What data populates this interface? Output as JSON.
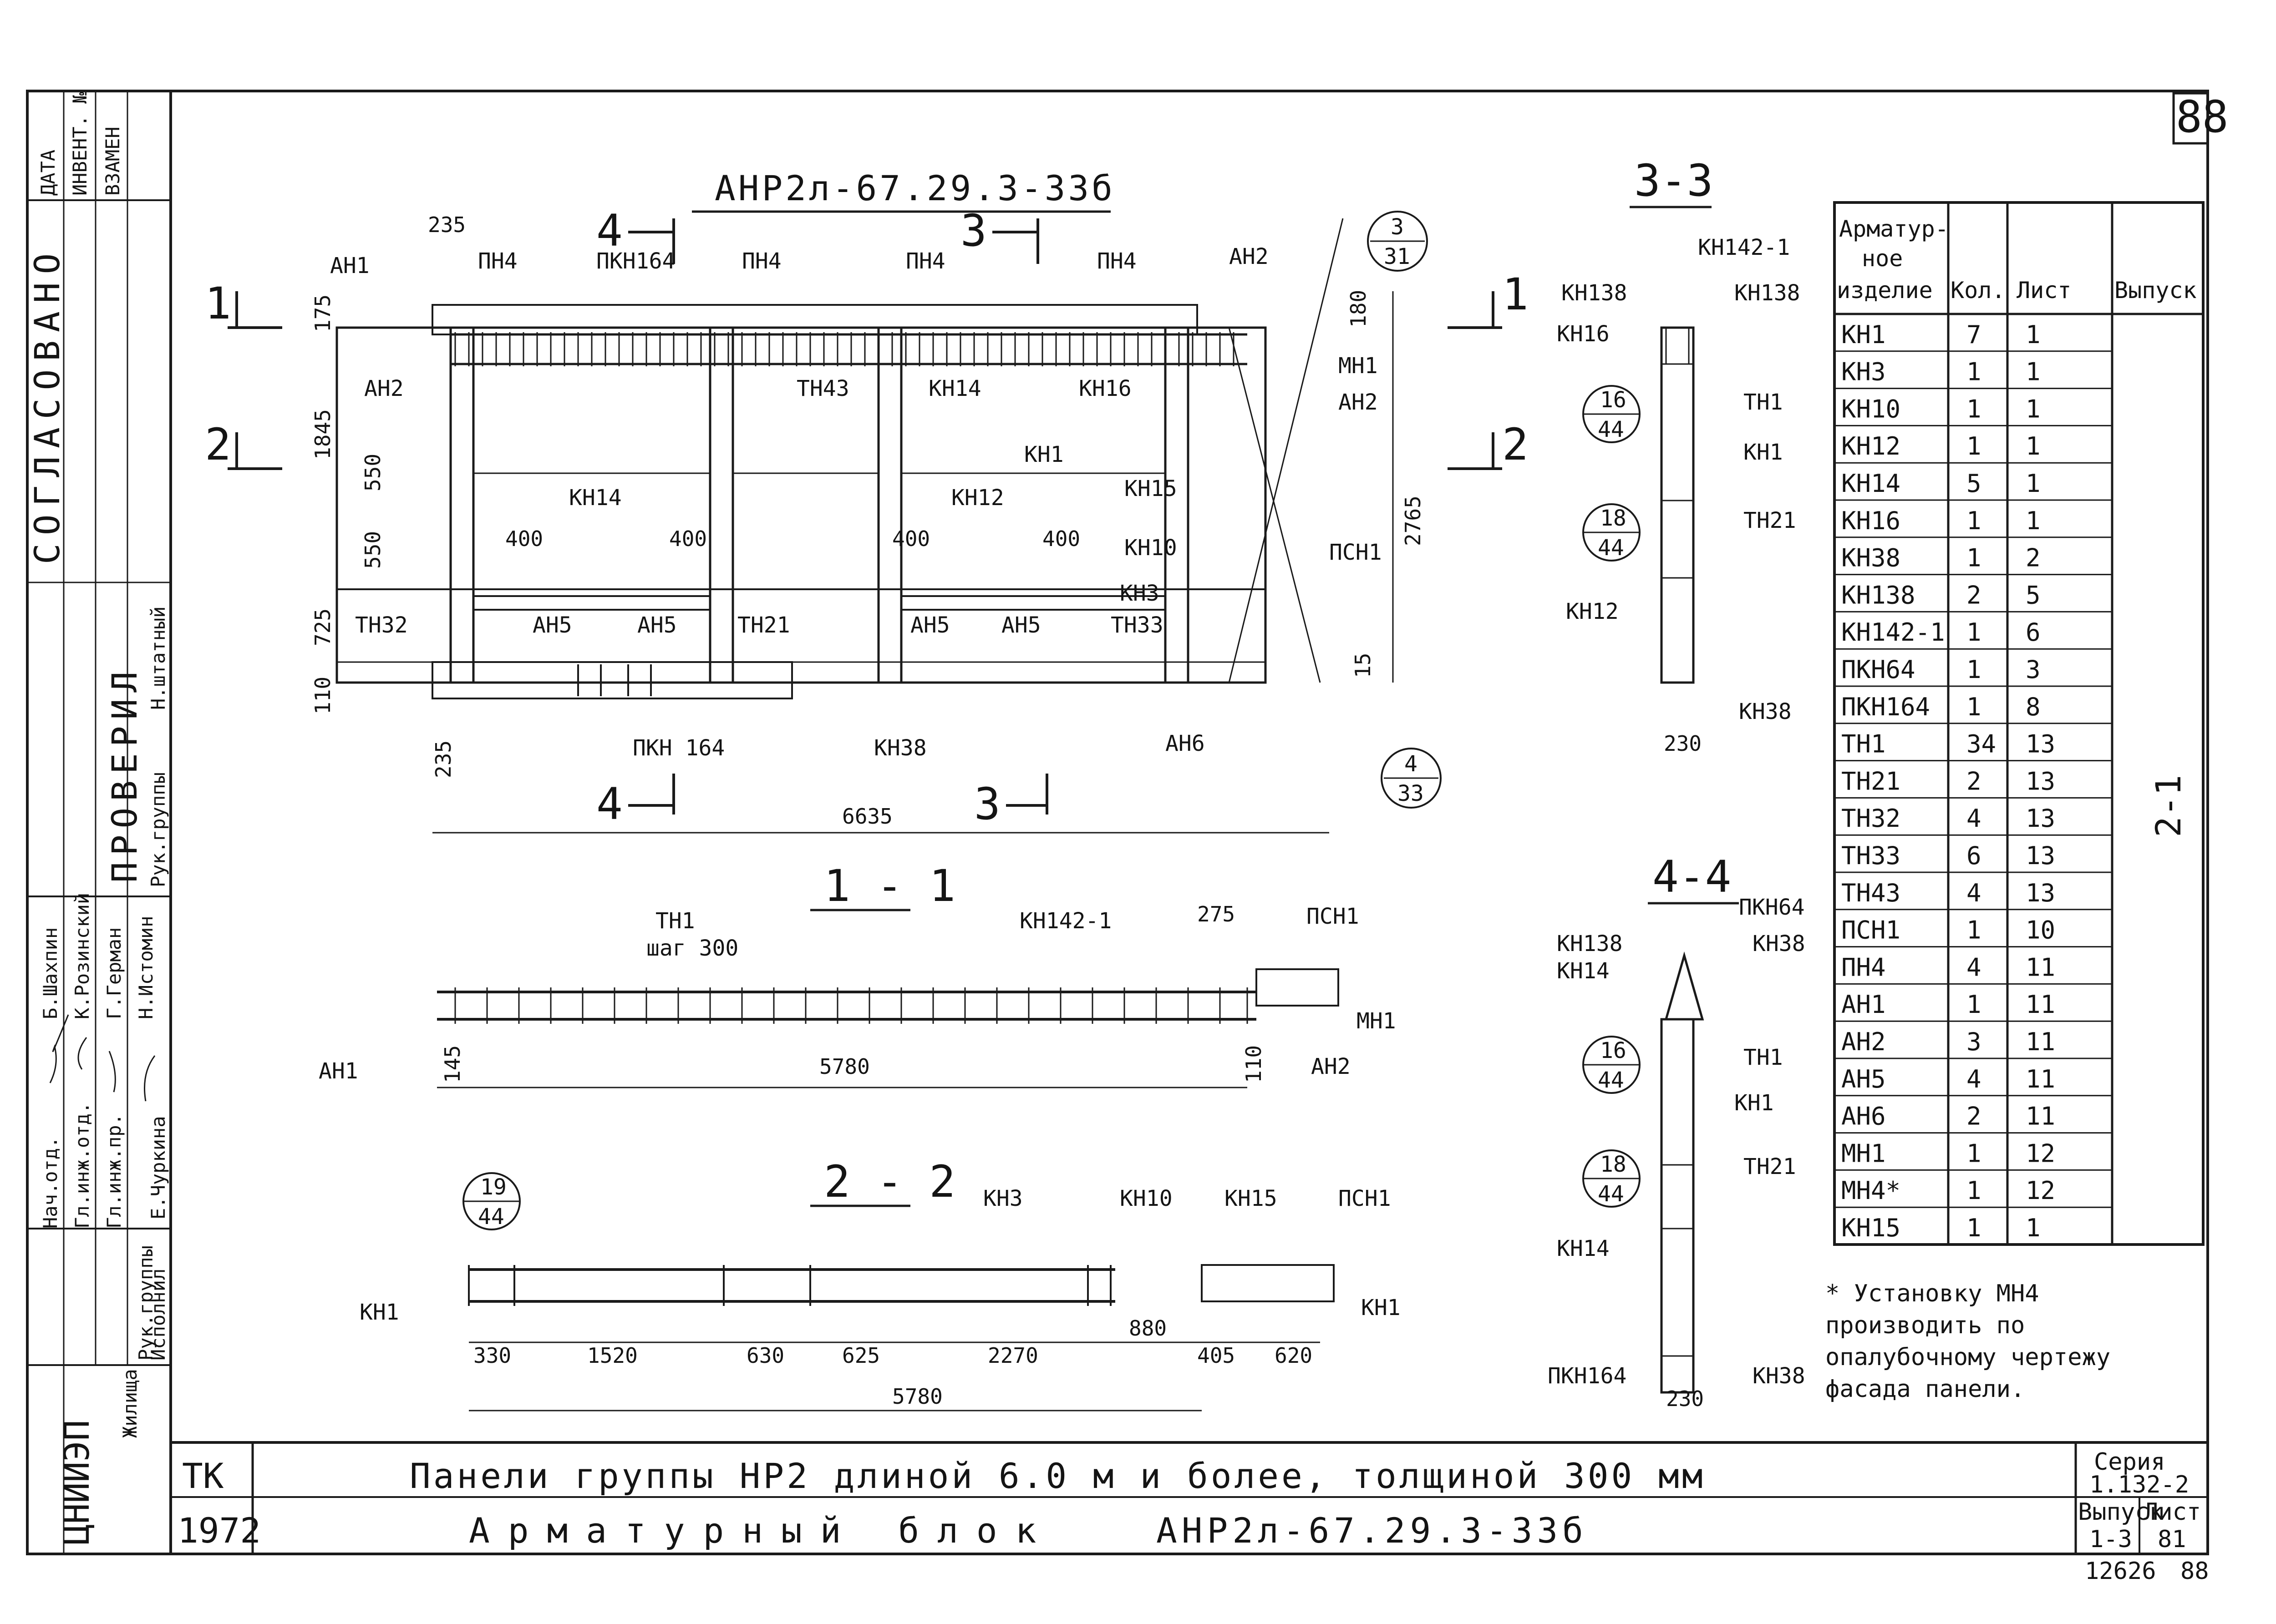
{
  "sheet": {
    "number": "88"
  },
  "approval_strip": {
    "top_cells": [
      "ДАТА",
      "ИНВЕНТ. №",
      "ВЗАМЕН"
    ],
    "agreed": "СОГЛАСОВАНО",
    "checked": "ПРОВЕРИЛ",
    "checked_roles": [
      "Рук.группы",
      "Н.штатный"
    ],
    "names": [
      "Б.Шахпин",
      "К.Розинский",
      "Г.Герман",
      "Н.Истомин",
      "Е.Чуркина"
    ],
    "roles": [
      "Нач.отд.",
      "Гл.инж.отд.",
      "Гл.инж.пр.",
      "Рук.группы",
      "Исполнил"
    ]
  },
  "stamp": {
    "org": "ЦНИИЭП",
    "dept": "Жилища"
  },
  "main_view": {
    "title": "АНР2л-67.29.3-33б",
    "section_marks": [
      {
        "num": "1",
        "side": "left"
      },
      {
        "num": "2",
        "side": "left"
      },
      {
        "num": "1",
        "side": "right"
      },
      {
        "num": "2",
        "side": "right"
      },
      {
        "num": "4",
        "side": "top"
      },
      {
        "num": "3",
        "side": "top"
      },
      {
        "num": "4",
        "side": "bottom"
      },
      {
        "num": "3",
        "side": "bottom"
      }
    ],
    "labels": [
      "АН1",
      "ПН4",
      "ПКН164",
      "ПН4",
      "ПН4",
      "ПН4",
      "АН2",
      "МН1",
      "АН2",
      "АН2",
      "ТН43",
      "КН14",
      "КН16",
      "КН1",
      "КН14",
      "КН12",
      "КН15",
      "КН10",
      "КН3",
      "ТН33",
      "ТН32",
      "АН5",
      "АН5",
      "ТН21",
      "АН5",
      "АН5",
      "ПСН1",
      "ПКН 164",
      "КН38",
      "АН6"
    ],
    "dims": [
      "235",
      "175",
      "1845",
      "550",
      "550",
      "725",
      "110",
      "235",
      "400",
      "400",
      "400",
      "400",
      "6635",
      "180",
      "2765",
      "15"
    ],
    "callouts": [
      {
        "top": "3",
        "bottom": "31"
      },
      {
        "top": "4",
        "bottom": "33"
      }
    ]
  },
  "section_1_1": {
    "title": "1 - 1",
    "labels": [
      "ТН1",
      "шаг 300",
      "КН142-1",
      "ПСН1",
      "МН1",
      "АН1",
      "АН2"
    ],
    "dims": [
      "275",
      "145",
      "5780",
      "110"
    ]
  },
  "section_2_2": {
    "title": "2 - 2",
    "callout": {
      "top": "19",
      "bottom": "44"
    },
    "labels": [
      "КН3",
      "КН10",
      "КН15",
      "ПСН1",
      "КН1",
      "КН1"
    ],
    "dims": [
      "330",
      "1520",
      "630",
      "625",
      "2270",
      "880",
      "405",
      "620",
      "5780"
    ]
  },
  "section_3_3": {
    "title": "3-3",
    "labels": [
      "КН142-1",
      "КН138",
      "КН138",
      "КН16",
      "ТН1",
      "КН1",
      "ТН21",
      "КН12",
      "КН38"
    ],
    "callouts": [
      {
        "top": "16",
        "bottom": "44"
      },
      {
        "top": "18",
        "bottom": "44"
      }
    ],
    "dims": [
      "230"
    ]
  },
  "section_4_4": {
    "title": "4-4",
    "labels": [
      "ПКН64",
      "КН138",
      "КН38",
      "КН14",
      "ТН1",
      "КН1",
      "ТН21",
      "КН14",
      "ПКН164",
      "КН38"
    ],
    "callouts": [
      {
        "top": "16",
        "bottom": "44"
      },
      {
        "top": "18",
        "bottom": "44"
      }
    ],
    "dims": [
      "230"
    ]
  },
  "schedule": {
    "headers": [
      "Арматурное изделие",
      "Кол.",
      "Лист",
      "Выпуск"
    ],
    "rows": [
      [
        "КН1",
        "7",
        "1"
      ],
      [
        "КН3",
        "1",
        "1"
      ],
      [
        "КН10",
        "1",
        "1"
      ],
      [
        "КН12",
        "1",
        "1"
      ],
      [
        "КН14",
        "5",
        "1"
      ],
      [
        "КН16",
        "1",
        "1"
      ],
      [
        "КН38",
        "1",
        "2"
      ],
      [
        "КН138",
        "2",
        "5"
      ],
      [
        "КН142-1",
        "1",
        "6"
      ],
      [
        "ПКН64",
        "1",
        "3"
      ],
      [
        "ПКН164",
        "1",
        "8"
      ],
      [
        "ТН1",
        "34",
        "13"
      ],
      [
        "ТН21",
        "2",
        "13"
      ],
      [
        "ТН32",
        "4",
        "13"
      ],
      [
        "ТН33",
        "6",
        "13"
      ],
      [
        "ТН43",
        "4",
        "13"
      ],
      [
        "ПСН1",
        "1",
        "10"
      ],
      [
        "ПН4",
        "4",
        "11"
      ],
      [
        "АН1",
        "1",
        "11"
      ],
      [
        "АН2",
        "3",
        "11"
      ],
      [
        "АН5",
        "4",
        "11"
      ],
      [
        "АН6",
        "2",
        "11"
      ],
      [
        "МН1",
        "1",
        "12"
      ],
      [
        "МН4*",
        "1",
        "12"
      ],
      [
        "КН15",
        "1",
        "1"
      ]
    ],
    "issue": "2-1"
  },
  "note": [
    "* Установку МН4",
    "производить по",
    "опалубочному чертежу",
    "фасада панели."
  ],
  "title_block": {
    "code": "ТК",
    "year": "1972",
    "line1": "Панели группы НР2 длиной 6.0 м и более, толщиной 300 мм",
    "line2_prefix": "Арматурный блок",
    "line2_mark": "АНР2л-67.29.3-33б",
    "series_label": "Серия",
    "series": "1.132-2",
    "issue_label": "Выпуск",
    "issue": "1-3",
    "sheet_label": "Лист",
    "sheet": "81"
  },
  "footer": {
    "inventory": "12626",
    "mark": "88"
  }
}
